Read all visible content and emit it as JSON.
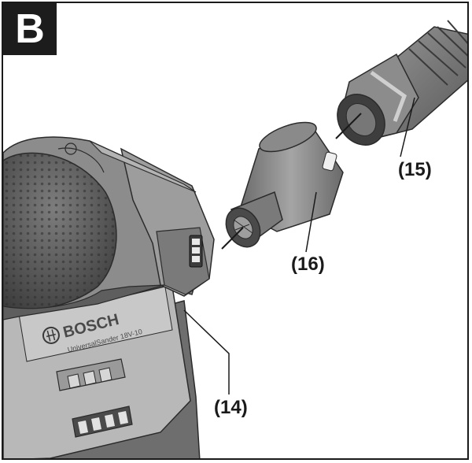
{
  "figure": {
    "badge_letter": "B",
    "callouts": {
      "label_14": "(14)",
      "label_15": "(15)",
      "label_16": "(16)"
    },
    "product": {
      "brand": "BOSCH",
      "model_text": "UniversalSander 18V-10"
    }
  },
  "colors": {
    "body_dark": "#555555",
    "body_mid": "#8a8a8a",
    "body_light": "#bdbdbd",
    "outline": "#2b2b2b",
    "frame": "#1a1a1a"
  }
}
